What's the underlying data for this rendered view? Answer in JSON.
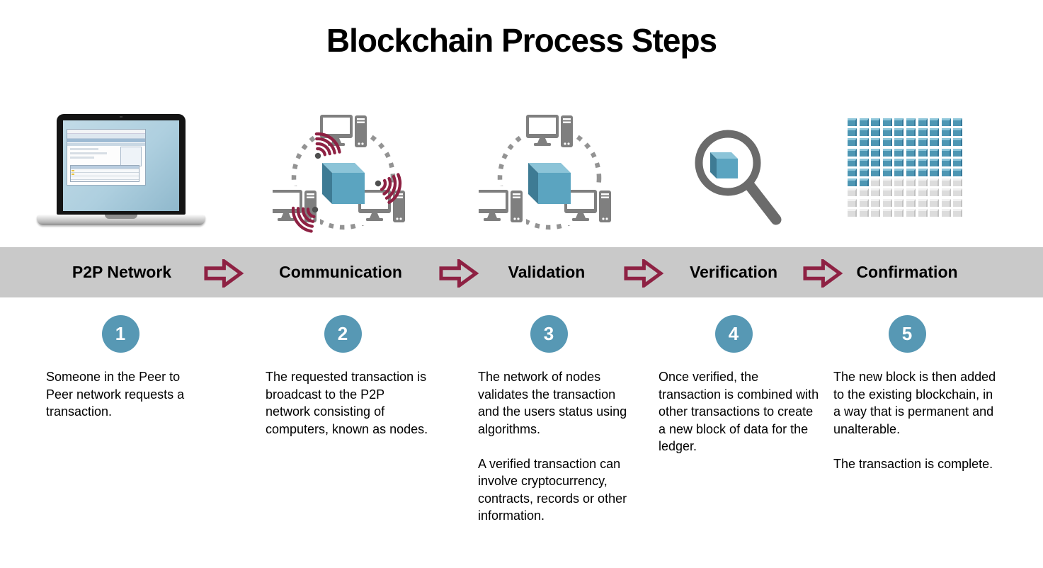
{
  "title": "Blockchain Process Steps",
  "steps": [
    {
      "number": "1",
      "label": "P2P Network",
      "icon": "laptop-icon",
      "description": [
        "Someone in the Peer to Peer network requests a transaction."
      ]
    },
    {
      "number": "2",
      "label": "Communication",
      "icon": "p2p-broadcast-icon",
      "description": [
        "The requested transaction is broadcast to the P2P network consisting of computers, known as nodes."
      ]
    },
    {
      "number": "3",
      "label": "Validation",
      "icon": "p2p-cube-icon",
      "description": [
        "The network of nodes validates the transaction and the users status using algorithms.",
        "A verified transaction can involve cryptocurrency, contracts, records or other information."
      ]
    },
    {
      "number": "4",
      "label": "Verification",
      "icon": "magnifier-cube-icon",
      "description": [
        "Once verified, the transaction is combined with other transactions to create a new block of data for the ledger."
      ]
    },
    {
      "number": "5",
      "label": "Confirmation",
      "icon": "blockchain-grid-icon",
      "description": [
        "The new block is then added to the existing blockchain, in a way that is permanent and unalterable.",
        "The transaction is complete."
      ]
    }
  ],
  "colors": {
    "band_bg": "#c9c9c9",
    "arrow": "#8e2143",
    "step_circle": "#5798b4",
    "cube_front": "#5ba4c0",
    "cube_top": "#8cc4d8",
    "cube_side": "#3e7b94",
    "computer_gray": "#7f7f7f",
    "grid_blue_front": "#4d96b3",
    "grid_blue_top": "#8ec6da",
    "grid_blue_side": "#35799a",
    "grid_gray_front": "#dcdcdc",
    "grid_gray_top": "#f1f1f1",
    "grid_gray_side": "#c2c2c2"
  },
  "confirmation_grid": {
    "rows": 10,
    "cols": 10,
    "total_cubes": 100,
    "blue_cubes": 62
  }
}
